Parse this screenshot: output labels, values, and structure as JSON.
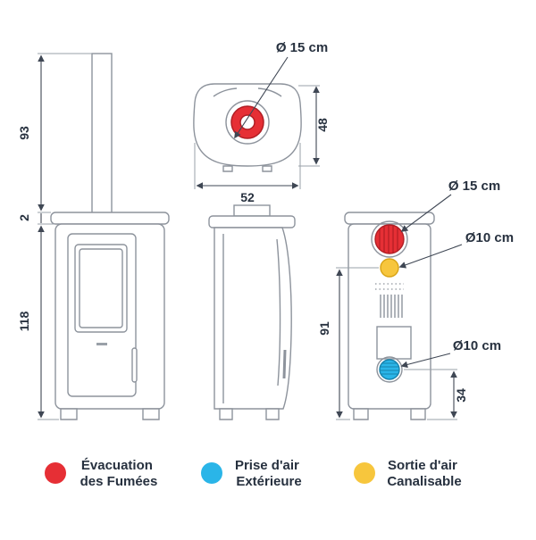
{
  "colors": {
    "red": "#e62f35",
    "red_dark": "#b01e24",
    "blue": "#2ab5e8",
    "blue_dark": "#1683ad",
    "yellow": "#f7c63d",
    "yellow_dark": "#d9a416",
    "outline": "#8d939c",
    "dimension": "#3f4754",
    "text": "#27313f"
  },
  "front_view": {
    "dim_pipe_height": "93",
    "dim_top_plate_thickness": "2",
    "dim_body_height": "118"
  },
  "top_view": {
    "flue_diameter_label": "Ø 15 cm",
    "dim_depth": "48",
    "dim_width": "52"
  },
  "rear_view": {
    "flue_diameter_label": "Ø 15 cm",
    "duct_diameter_label": "Ø10 cm",
    "air_inlet_diameter_label": "Ø10 cm",
    "dim_duct_height": "91",
    "dim_air_inlet_height": "34"
  },
  "legend": {
    "items": [
      {
        "color": "#e62f35",
        "line1": "Évacuation",
        "line2": "des Fumées"
      },
      {
        "color": "#2ab5e8",
        "line1": "Prise d'air",
        "line2": "Extérieure"
      },
      {
        "color": "#f7c63d",
        "line1": "Sortie d'air",
        "line2": "Canalisable"
      }
    ]
  }
}
